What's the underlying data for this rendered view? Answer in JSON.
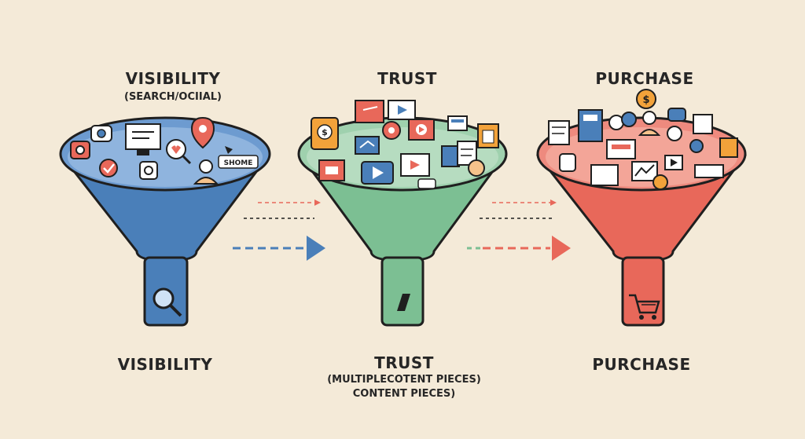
{
  "top_labels": {
    "visibility": "VISIBILITY",
    "visibility_sub": "(SEARCH/OCIIAL)",
    "trust": "TRUST",
    "purchase": "PURCHASE"
  },
  "bottom_labels": {
    "visibility": "VISIBILITY",
    "trust": "TRUST",
    "trust_sub_line1": "(MULTIPLECOTENT PIECES)",
    "trust_sub_line2": "CONTENT PIECES)",
    "purchase": "PURCHASE"
  },
  "funnel_1": {
    "tag_text": "SHOME",
    "color": "#4a7fb9"
  },
  "funnel_2": {
    "color": "#7cbf93"
  },
  "funnel_3": {
    "color": "#e8685a"
  },
  "icons": {
    "funnel_1": [
      "camera-icon",
      "chat-icon",
      "monitor-icon",
      "location-pin-icon",
      "heart-magnifier-icon",
      "checkmark-icon",
      "target-icon",
      "user-icon",
      "cursor-icon"
    ],
    "funnel_2": [
      "dollar-document-icon",
      "video-play-icon",
      "presenter-icon",
      "play-button-icon",
      "document-icon",
      "chart-icon",
      "handshake-icon",
      "user-badge-icon"
    ],
    "funnel_3": [
      "dollar-coin-icon",
      "document-icon",
      "calculator-icon",
      "chat-users-icon",
      "user-icon",
      "chart-icon",
      "video-icon",
      "handshake-icon"
    ],
    "stems": [
      "magnifier-icon",
      "slash-icon",
      "shopping-cart-icon"
    ]
  },
  "colors": {
    "background": "#f4ead8",
    "outline": "#1f1f1f",
    "arrow_blue": "#4a7fb9",
    "arrow_red": "#e8685a",
    "arrow_green": "#7cbf93"
  }
}
